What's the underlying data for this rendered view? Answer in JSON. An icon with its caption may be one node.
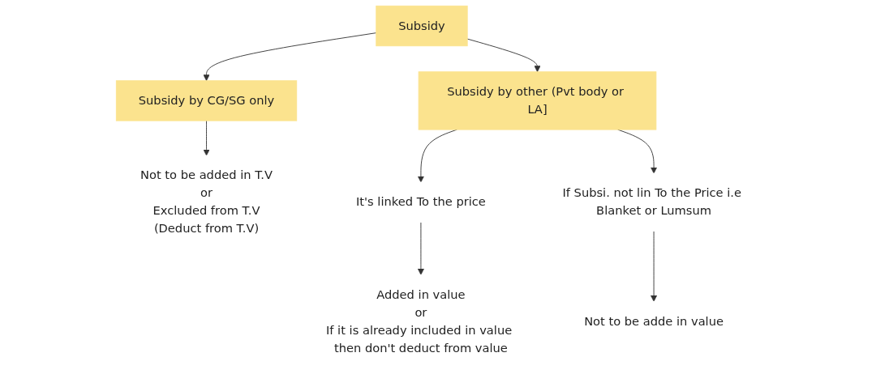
{
  "diagram": {
    "nodes": [
      {
        "text": [
          "Subsidy"
        ]
      },
      {
        "text": [
          "Subsidy by CG/SG only"
        ]
      },
      {
        "text": [
          "Subsidy by other (Pvt body or LA]"
        ]
      },
      {
        "text": [
          "Not to be added in T.V",
          "or",
          "Excluded from T.V",
          "(Deduct from T.V)"
        ]
      },
      {
        "text": [
          "It's linked To the price"
        ]
      },
      {
        "text": [
          "If Subsi. not lin To the Price i.e Blanket or Lumsum"
        ]
      },
      {
        "text": [
          "Added in value",
          "or",
          "If it is already included in value then don't deduct from value"
        ]
      },
      {
        "text": [
          "Not to be adde in value"
        ]
      }
    ],
    "edges": [
      {
        "from": 0,
        "to": 1,
        "arrow": "to"
      },
      {
        "from": 0,
        "to": 2,
        "arrow": "to"
      },
      {
        "from": 1,
        "to": 3,
        "arrow": "to"
      },
      {
        "from": 2,
        "to": 4,
        "arrow": "to"
      },
      {
        "from": 2,
        "to": 5,
        "arrow": "to"
      },
      {
        "from": 4,
        "to": 6,
        "arrow": "to"
      },
      {
        "from": 5,
        "to": 7,
        "arrow": "to"
      }
    ]
  }
}
